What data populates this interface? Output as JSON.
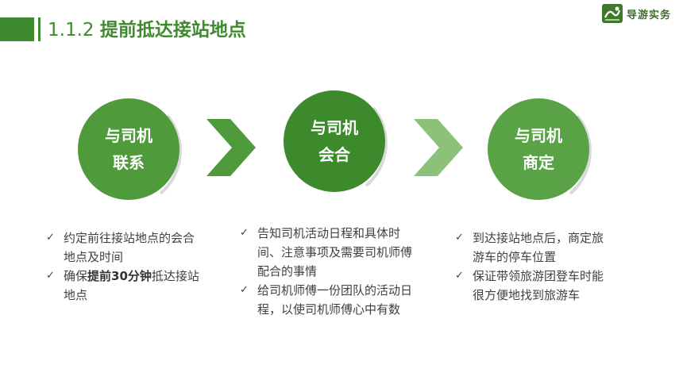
{
  "header": {
    "number": "1.1.2",
    "title": "提前抵达接站地点"
  },
  "logo": {
    "text": "导游实务"
  },
  "steps": [
    {
      "line1": "与司机",
      "line2": "联系"
    },
    {
      "line1": "与司机",
      "line2": "会合"
    },
    {
      "line1": "与司机",
      "line2": "商定"
    }
  ],
  "details": {
    "col1": {
      "b1": "约定前往接站地点的会合地点及时间",
      "b2_pre": "确保",
      "b2_bold": "提前30分钟",
      "b2_post": "抵达接站地点"
    },
    "col2": {
      "b1": "告知司机活动日程和具体时间、注意事项及需要司机师傅配合的事情",
      "b2": "给司机师傅一份团队的活动日程，以使司机师傅心中有数"
    },
    "col3": {
      "b1": "到达接站地点后，商定旅游车的停车位置",
      "b2": "保证带领旅游团登车时能很方便地找到旅游车"
    }
  },
  "colors": {
    "primary": "#3f8a2f",
    "chevron_dark": "#4f9a3b",
    "chevron_light": "#8cc17a",
    "ring": "#d9d9d9"
  }
}
